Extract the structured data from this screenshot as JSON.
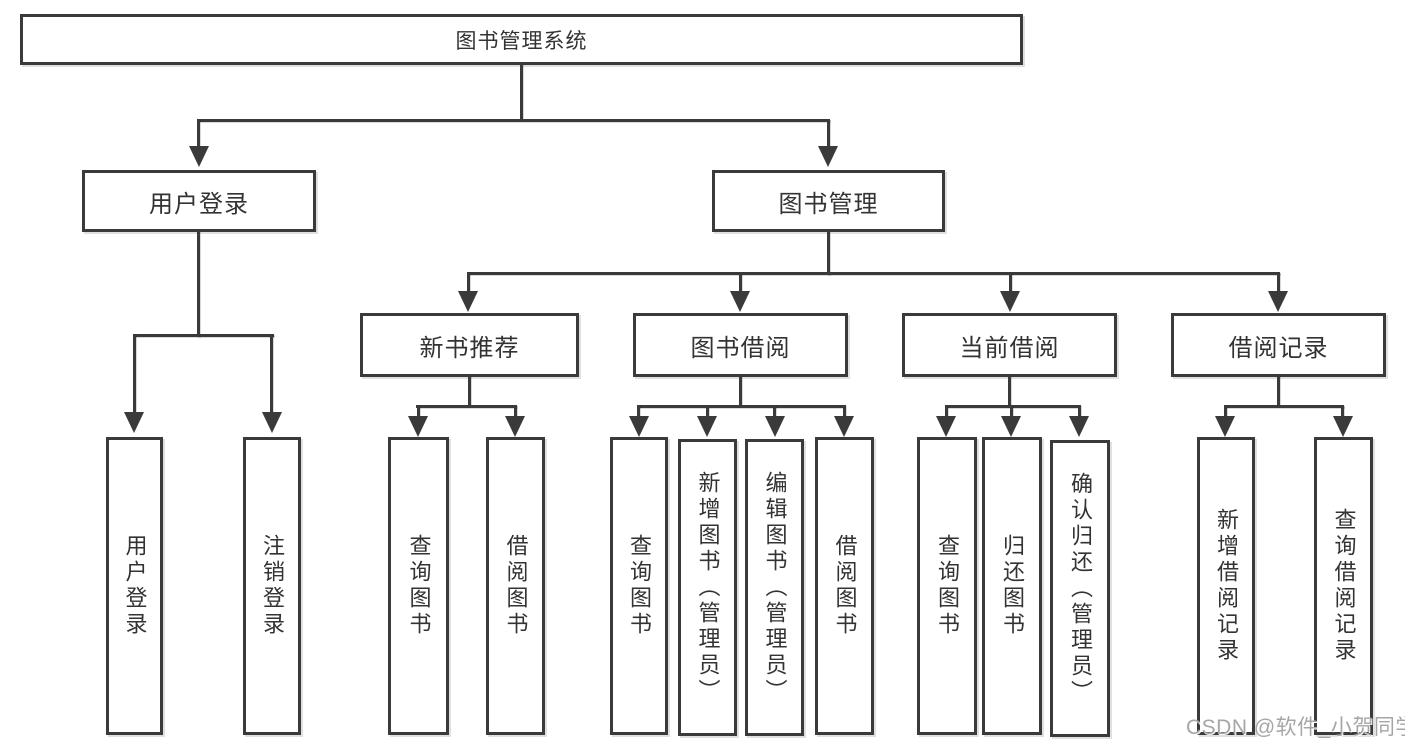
{
  "nodes": {
    "root": {
      "label": "图书管理系统"
    },
    "user_login": {
      "label": "用户登录"
    },
    "book_mgmt": {
      "label": "图书管理"
    },
    "new_book_rec": {
      "label": "新书推荐"
    },
    "book_borrow": {
      "label": "图书借阅"
    },
    "current_borrow": {
      "label": "当前借阅"
    },
    "borrow_records": {
      "label": "借阅记录"
    },
    "leaf_user_login": {
      "label": "用户登录"
    },
    "leaf_logout": {
      "label": "注销登录"
    },
    "leaf_query_book_a": {
      "label": "查询图书"
    },
    "leaf_borrow_book_a": {
      "label": "借阅图书"
    },
    "leaf_query_book_b": {
      "label": "查询图书"
    },
    "leaf_add_book": {
      "label": "新增图书（管理员）"
    },
    "leaf_edit_book": {
      "label": "编辑图书（管理员）"
    },
    "leaf_borrow_book_b": {
      "label": "借阅图书"
    },
    "leaf_query_book_c": {
      "label": "查询图书"
    },
    "leaf_return_book": {
      "label": "归还图书"
    },
    "leaf_confirm_return": {
      "label": "确认归还（管理员）"
    },
    "leaf_add_record": {
      "label": "新增借阅记录"
    },
    "leaf_query_record": {
      "label": "查询借阅记录"
    }
  },
  "hierarchy": {
    "root": "图书管理系统",
    "children": [
      {
        "label": "用户登录",
        "children": [
          "用户登录",
          "注销登录"
        ]
      },
      {
        "label": "图书管理",
        "children": [
          {
            "label": "新书推荐",
            "children": [
              "查询图书",
              "借阅图书"
            ]
          },
          {
            "label": "图书借阅",
            "children": [
              "查询图书",
              "新增图书（管理员）",
              "编辑图书（管理员）",
              "借阅图书"
            ]
          },
          {
            "label": "当前借阅",
            "children": [
              "查询图书",
              "归还图书",
              "确认归还（管理员）"
            ]
          },
          {
            "label": "借阅记录",
            "children": [
              "新增借阅记录",
              "查询借阅记录"
            ]
          }
        ]
      }
    ]
  },
  "watermark": {
    "text": "CSDN @软件_小贺同学"
  },
  "colors": {
    "line": "#3a3a3a",
    "text": "#333333",
    "background": "#ffffff",
    "watermark": "#a6a6a6"
  }
}
